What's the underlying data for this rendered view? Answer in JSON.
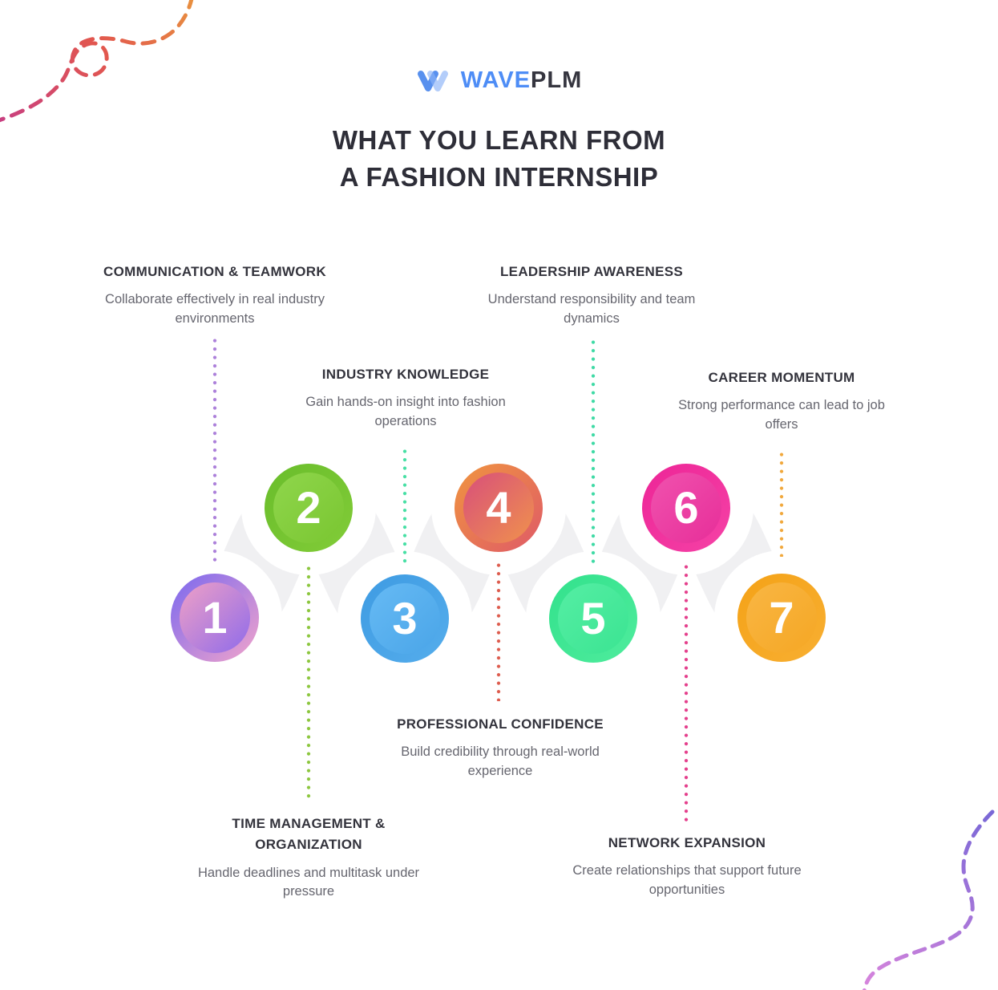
{
  "brand": {
    "icon": "waveplm-logo-icon",
    "name_primary": "WAVE",
    "name_secondary": "PLM",
    "primary_color": "#4E8DF6",
    "secondary_color": "#35353F"
  },
  "title": {
    "line1": "WHAT YOU LEARN FROM",
    "line2": "A FASHION INTERNSHIP"
  },
  "steps": [
    {
      "number": "1",
      "heading": "COMMUNICATION & TEAMWORK",
      "description": "Collaborate effectively in real industry environments",
      "colors": {
        "outer_start": "#7A68EF",
        "outer_end": "#F2A4CB",
        "inner_start": "#EFA0C6",
        "inner_end": "#8F6BEA",
        "dots": "#AC80DA"
      }
    },
    {
      "number": "2",
      "heading": "TIME MANAGEMENT & ORGANIZATION",
      "description": "Handle deadlines and multitask under pressure",
      "colors": {
        "outer_start": "#69BD2B",
        "outer_end": "#82CC38",
        "inner_start": "#8FD64C",
        "inner_end": "#7AC631",
        "dots": "#8CC63E"
      }
    },
    {
      "number": "3",
      "heading": "INDUSTRY KNOWLEDGE",
      "description": "Gain hands-on insight into fashion operations",
      "colors": {
        "outer_start": "#3E9BE2",
        "outer_end": "#55ADEC",
        "inner_start": "#66BAF4",
        "inner_end": "#4AA5E8",
        "dots": "#46DFA4"
      }
    },
    {
      "number": "4",
      "heading": "PROFESSIONAL CONFIDENCE",
      "description": "Build credibility through real-world experience",
      "colors": {
        "outer_start": "#F0953F",
        "outer_end": "#DF5A68",
        "inner_start": "#D84F7B",
        "inner_end": "#F0924C",
        "dots": "#DD5C4E"
      }
    },
    {
      "number": "5",
      "heading": "LEADERSHIP AWARENESS",
      "description": "Understand responsibility and team dynamics",
      "colors": {
        "outer_start": "#32E18C",
        "outer_end": "#4FEC9D",
        "inner_start": "#55EEA4",
        "inner_end": "#3BE492",
        "dots": "#3EDAA5"
      }
    },
    {
      "number": "6",
      "heading": "NETWORK EXPANSION",
      "description": "Create relationships that support future opportunities",
      "colors": {
        "outer_start": "#ED2597",
        "outer_end": "#F542A6",
        "inner_start": "#F052AE",
        "inner_end": "#E72E99",
        "dots": "#E43F8C"
      }
    },
    {
      "number": "7",
      "heading": "CAREER MOMENTUM",
      "description": "Strong performance can lead to job offers",
      "colors": {
        "outer_start": "#F4A217",
        "outer_end": "#F8AF32",
        "inner_start": "#F9B644",
        "inner_end": "#F5A724",
        "dots": "#F1A83C"
      }
    }
  ]
}
